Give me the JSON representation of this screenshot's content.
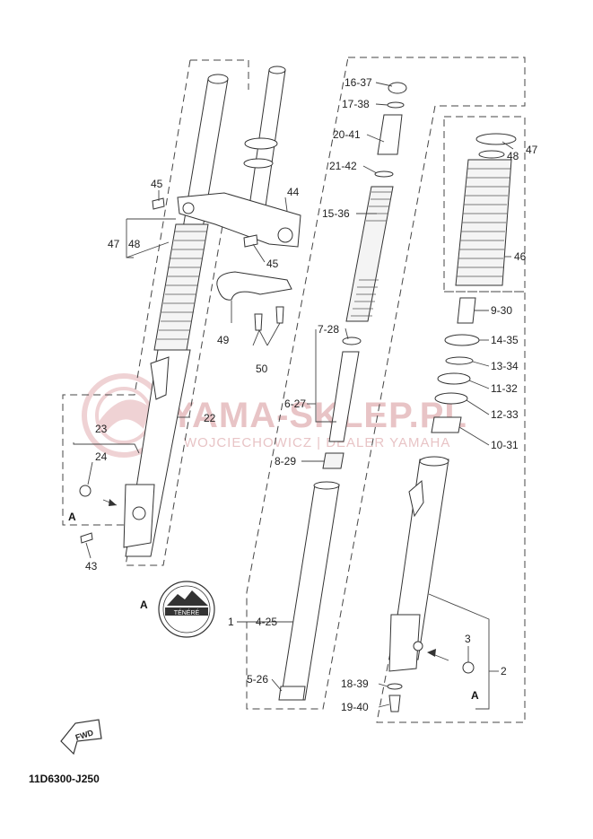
{
  "diagram_code": "11D6300-J250",
  "watermark": {
    "title": "YAMA-SKLEP.PL",
    "subtitle": "WOJCIECHOWICZ | DEALER YAMAHA"
  },
  "emblem_text": "TÉNÉRÉ",
  "fwd_label": "FWD",
  "callout_a": "A",
  "labels": {
    "p45a": "45",
    "p44": "44",
    "p47_48": "47",
    "p48": "48",
    "p45b": "45",
    "p49": "49",
    "p50": "50",
    "p22": "22",
    "p23": "23",
    "p24": "24",
    "p43": "43",
    "pA_left": "A",
    "pA_emblem": "A",
    "pA_right": "A",
    "p1": "1",
    "p4_25": "4-25",
    "p5_26": "5-26",
    "p6_27": "6-27",
    "p7_28": "7-28",
    "p8_29": "8-29",
    "p15_36": "15-36",
    "p16_37": "16-37",
    "p17_38": "17-38",
    "p20_41": "20-41",
    "p21_42": "21-42",
    "p47r": "47",
    "p48r": "48",
    "p46": "46",
    "p9_30": "9-30",
    "p14_35": "14-35",
    "p13_34": "13-34",
    "p11_32": "11-32",
    "p12_33": "12-33",
    "p10_31": "10-31",
    "p3": "3",
    "p2": "2",
    "p18_39": "18-39",
    "p19_40": "19-40"
  }
}
